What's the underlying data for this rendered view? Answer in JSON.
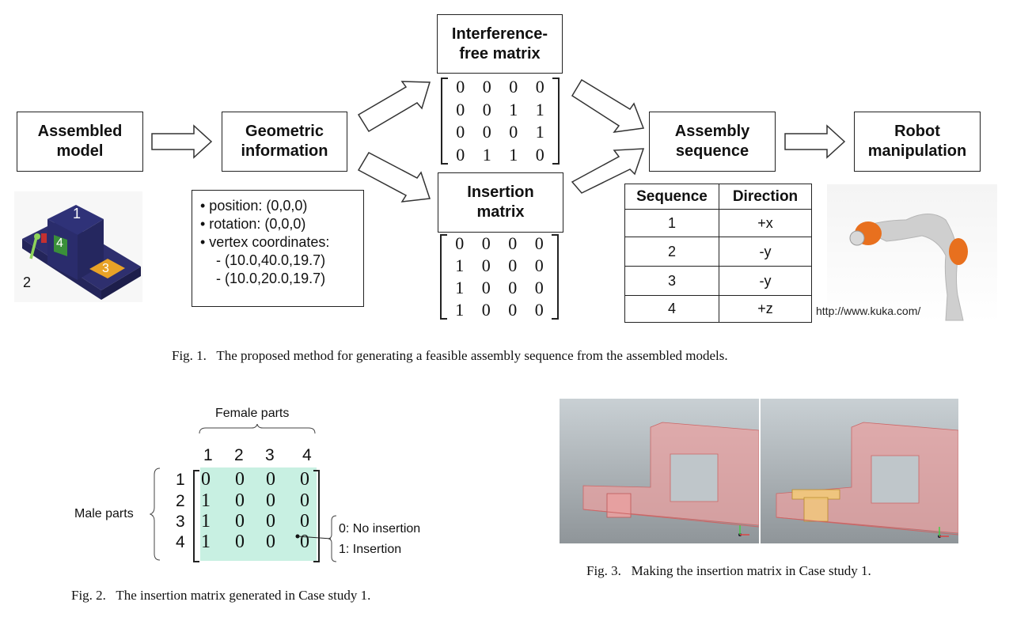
{
  "fig1": {
    "boxes": {
      "assembled_model": "Assembled model",
      "geometric_information": "Geometric information",
      "interference_free_matrix": "Interference-free matrix",
      "insertion_matrix": "Insertion matrix",
      "assembly_sequence": "Assembly sequence",
      "robot_manipulation": "Robot manipulation"
    },
    "model_labels": [
      "1",
      "2",
      "3",
      "4"
    ],
    "geometric_info_lines": [
      "• position: (0,0,0)",
      "• rotation: (0,0,0)",
      "• vertex coordinates:",
      "    - (10.0,40.0,19.7)",
      "    - (10.0,20.0,19.7)"
    ],
    "interference_free_matrix": [
      [
        0,
        0,
        0,
        0
      ],
      [
        0,
        0,
        1,
        1
      ],
      [
        0,
        0,
        0,
        1
      ],
      [
        0,
        1,
        1,
        0
      ]
    ],
    "insertion_matrix": [
      [
        0,
        0,
        0,
        0
      ],
      [
        1,
        0,
        0,
        0
      ],
      [
        1,
        0,
        0,
        0
      ],
      [
        1,
        0,
        0,
        0
      ]
    ],
    "sequence_table": {
      "headers": [
        "Sequence",
        "Direction"
      ],
      "rows": [
        [
          "1",
          "+x"
        ],
        [
          "2",
          "-y"
        ],
        [
          "3",
          "-y"
        ],
        [
          "4",
          "+z"
        ]
      ]
    },
    "robot_image_credit": "http://www.kuka.com/",
    "caption": "Fig. 1.   The proposed method for generating a feasible assembly sequence from the assembled models."
  },
  "fig2": {
    "female_label": "Female parts",
    "male_label": "Male parts",
    "col_labels": [
      "1",
      "2",
      "3",
      "4"
    ],
    "row_labels": [
      "1",
      "2",
      "3",
      "4"
    ],
    "matrix": [
      [
        0,
        0,
        0,
        0
      ],
      [
        1,
        0,
        0,
        0
      ],
      [
        1,
        0,
        0,
        0
      ],
      [
        1,
        0,
        0,
        0
      ]
    ],
    "legend": [
      "0: No insertion",
      "1: Insertion"
    ],
    "highlight_color": "#c8f0e2",
    "caption": "Fig. 2.   The insertion matrix generated in Case study 1."
  },
  "fig3": {
    "caption": "Fig. 3.   Making the insertion matrix in Case study 1.",
    "part_color": "#e8a0a0",
    "inserted_part_color": "#f2c97a"
  }
}
